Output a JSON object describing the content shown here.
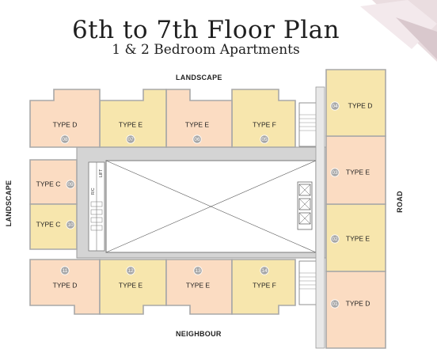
{
  "title": "6th to 7th Floor Plan",
  "subtitle": "1 & 2 Bedroom Apartments",
  "surroundings": {
    "top": "LANDSCAPE",
    "bottom": "NEIGHBOUR",
    "left": "LANDSCAPE",
    "right": "ROAD"
  },
  "core_labels": {
    "lift": "LIFT",
    "refuse": "R/C"
  },
  "colors": {
    "unit_light": "#f7e6ad",
    "unit_peach": "#fbdcc2",
    "wall": "#a8a8a8",
    "corridor": "#d4d4d4",
    "badge": "#a7a7a7"
  },
  "units": [
    {
      "number": "01",
      "type": "TYPE D",
      "tone": "peach"
    },
    {
      "number": "02",
      "type": "TYPE E",
      "tone": "light"
    },
    {
      "number": "03",
      "type": "TYPE E",
      "tone": "peach"
    },
    {
      "number": "04",
      "type": "TYPE D",
      "tone": "light"
    },
    {
      "number": "05",
      "type": "TYPE F",
      "tone": "light"
    },
    {
      "number": "06",
      "type": "TYPE E",
      "tone": "peach"
    },
    {
      "number": "07",
      "type": "TYPE E",
      "tone": "light"
    },
    {
      "number": "08",
      "type": "TYPE D",
      "tone": "peach"
    },
    {
      "number": "09",
      "type": "TYPE C",
      "tone": "peach"
    },
    {
      "number": "10",
      "type": "TYPE C",
      "tone": "light"
    },
    {
      "number": "11",
      "type": "TYPE D",
      "tone": "peach"
    },
    {
      "number": "12",
      "type": "TYPE E",
      "tone": "light"
    },
    {
      "number": "13",
      "type": "TYPE E",
      "tone": "peach"
    },
    {
      "number": "14",
      "type": "TYPE F",
      "tone": "light"
    }
  ]
}
